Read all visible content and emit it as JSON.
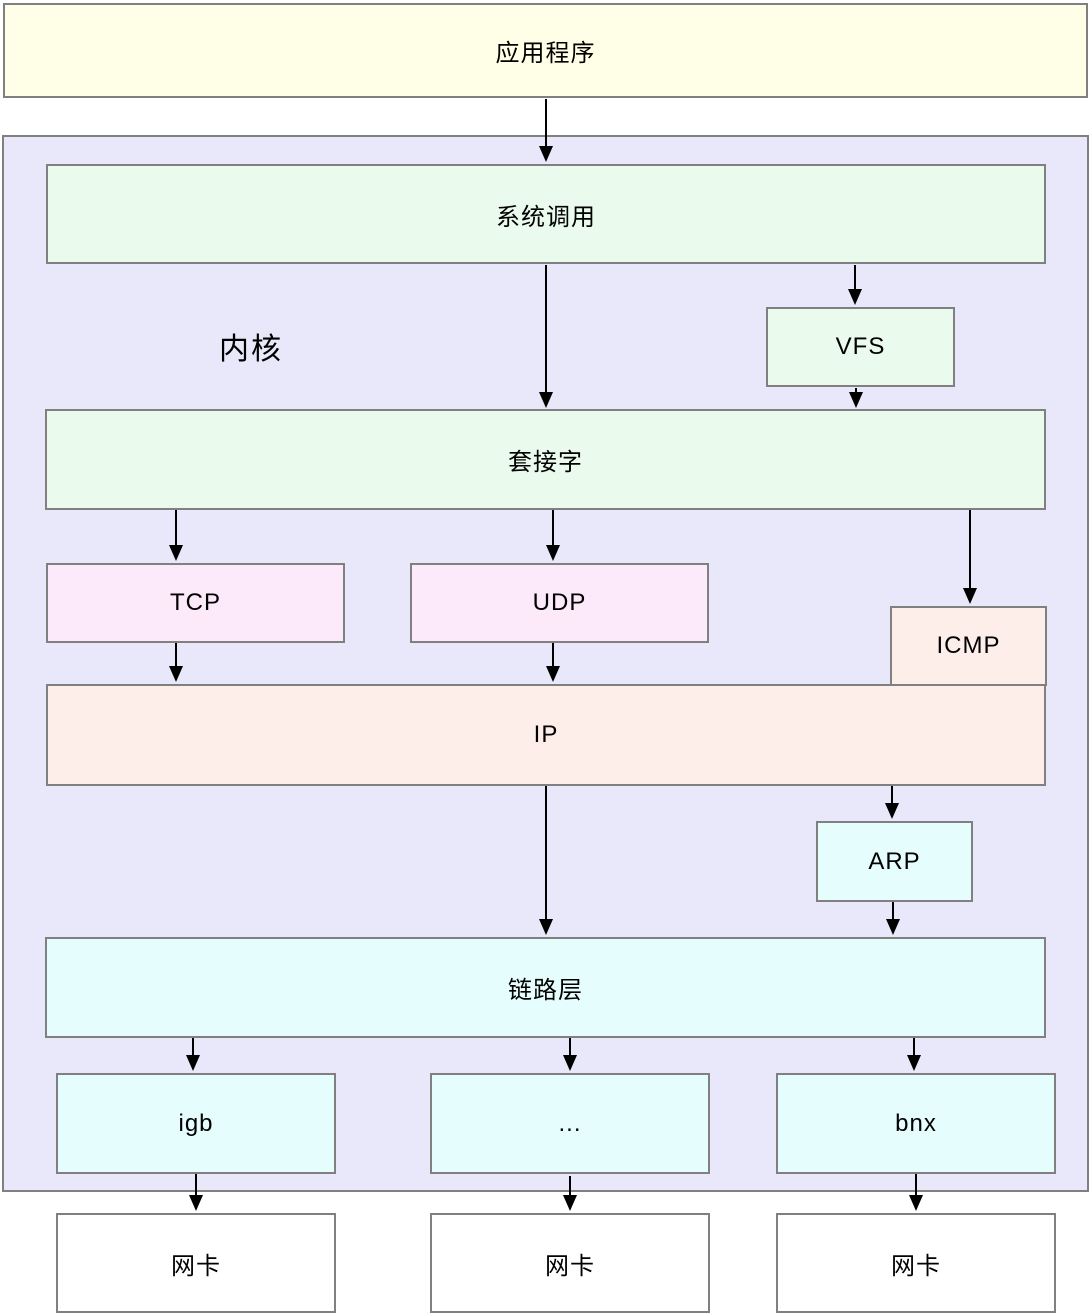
{
  "nodes": {
    "app": {
      "label": "应用程序"
    },
    "kernel": {
      "label": "内核"
    },
    "syscall": {
      "label": "系统调用"
    },
    "vfs": {
      "label": "VFS"
    },
    "socket": {
      "label": "套接字"
    },
    "tcp": {
      "label": "TCP"
    },
    "udp": {
      "label": "UDP"
    },
    "icmp": {
      "label": "ICMP"
    },
    "ip": {
      "label": "IP"
    },
    "arp": {
      "label": "ARP"
    },
    "link_layer": {
      "label": "链路层"
    },
    "igb": {
      "label": "igb"
    },
    "ellipsis": {
      "label": "..."
    },
    "bnx": {
      "label": "bnx"
    },
    "nic1": {
      "label": "网卡"
    },
    "nic2": {
      "label": "网卡"
    },
    "nic3": {
      "label": "网卡"
    }
  },
  "edges": [
    {
      "from": "app",
      "to": "syscall"
    },
    {
      "from": "syscall",
      "to": "socket"
    },
    {
      "from": "syscall",
      "to": "vfs"
    },
    {
      "from": "vfs",
      "to": "socket"
    },
    {
      "from": "socket",
      "to": "tcp"
    },
    {
      "from": "socket",
      "to": "udp"
    },
    {
      "from": "socket",
      "to": "icmp"
    },
    {
      "from": "tcp",
      "to": "ip"
    },
    {
      "from": "udp",
      "to": "ip"
    },
    {
      "from": "ip",
      "to": "link_layer"
    },
    {
      "from": "ip",
      "to": "arp"
    },
    {
      "from": "arp",
      "to": "link_layer"
    },
    {
      "from": "link_layer",
      "to": "igb"
    },
    {
      "from": "link_layer",
      "to": "ellipsis"
    },
    {
      "from": "link_layer",
      "to": "bnx"
    },
    {
      "from": "igb",
      "to": "nic1"
    },
    {
      "from": "ellipsis",
      "to": "nic2"
    },
    {
      "from": "bnx",
      "to": "nic3"
    }
  ],
  "colors": {
    "app_fill": "#fffee6",
    "kernel_fill": "#e8e8fa",
    "syscall_vfs_socket_fill": "#eafaec",
    "tcp_udp_fill": "#fce9f9",
    "icmp_ip_fill": "#fdeeea",
    "link_driver_fill": "#e6fdfd",
    "nic_fill": "#ffffff",
    "border": "#808080",
    "arrow": "#000000",
    "text": "#000000"
  }
}
